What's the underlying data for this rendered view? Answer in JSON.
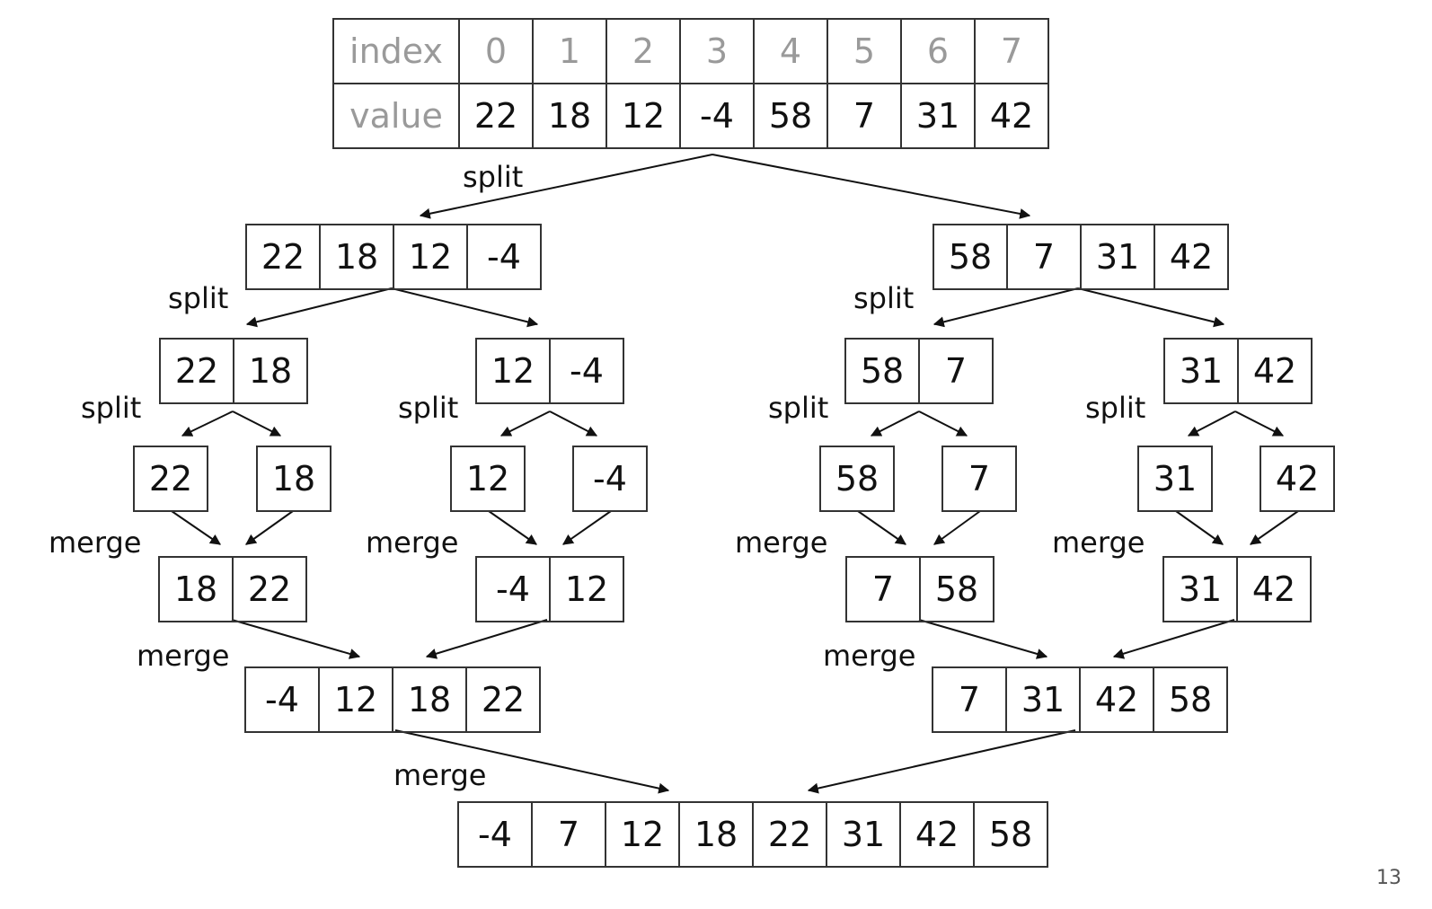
{
  "header": {
    "index_label": "index",
    "value_label": "value",
    "indices": [
      "0",
      "1",
      "2",
      "3",
      "4",
      "5",
      "6",
      "7"
    ],
    "values": [
      "22",
      "18",
      "12",
      "-4",
      "58",
      "7",
      "31",
      "42"
    ]
  },
  "arrays": {
    "split_left": [
      "22",
      "18",
      "12",
      "-4"
    ],
    "split_right": [
      "58",
      "7",
      "31",
      "42"
    ],
    "split_ll": [
      "22",
      "18"
    ],
    "split_lr": [
      "12",
      "-4"
    ],
    "split_rl": [
      "58",
      "7"
    ],
    "split_rr": [
      "31",
      "42"
    ],
    "single_1": [
      "22"
    ],
    "single_2": [
      "18"
    ],
    "single_3": [
      "12"
    ],
    "single_4": [
      "-4"
    ],
    "single_5": [
      "58"
    ],
    "single_6": [
      "7"
    ],
    "single_7": [
      "31"
    ],
    "single_8": [
      "42"
    ],
    "merge_ll": [
      "18",
      "22"
    ],
    "merge_lr": [
      "-4",
      "12"
    ],
    "merge_rl": [
      "7",
      "58"
    ],
    "merge_rr": [
      "31",
      "42"
    ],
    "merge_left": [
      "-4",
      "12",
      "18",
      "22"
    ],
    "merge_right": [
      "7",
      "31",
      "42",
      "58"
    ],
    "result": [
      "-4",
      "7",
      "12",
      "18",
      "22",
      "31",
      "42",
      "58"
    ]
  },
  "labels": {
    "split": "split",
    "merge": "merge"
  },
  "page_number": "13"
}
